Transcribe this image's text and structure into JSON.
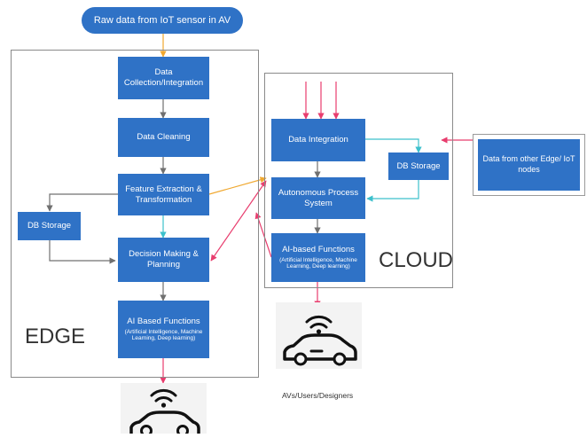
{
  "header": {
    "title": "Raw data from IoT sensor in AV"
  },
  "edge": {
    "label": "EDGE",
    "collection": "Data Collection/Integration",
    "cleaning": "Data Cleaning",
    "feature": "Feature Extraction & Transformation",
    "db_storage": "DB Storage",
    "decision": "Decision Making & Planning",
    "ai_title": "AI Based Functions",
    "ai_sub": "(Artificial Intelligence, Machine Learning, Deep learning)"
  },
  "cloud": {
    "label": "CLOUD",
    "integration": "Data Integration",
    "db_storage": "DB Storage",
    "autonomous": "Autonomous Process System",
    "ai_title": "AI-based Functions",
    "ai_sub": "(Artificial Intelligence, Machine Learning, Deep learning)"
  },
  "external": {
    "label": "Data from other Edge/ IoT nodes"
  },
  "consumers": {
    "label": "AVs/Users/Designers"
  },
  "icons": [
    "connected-car-icon",
    "connected-car-icon"
  ],
  "colors": {
    "box": "#2f72c6",
    "gray_arrow": "#707070",
    "pink_arrow": "#e83d6e",
    "orange_arrow": "#f0a830",
    "teal_arrow": "#3cc0cc"
  }
}
